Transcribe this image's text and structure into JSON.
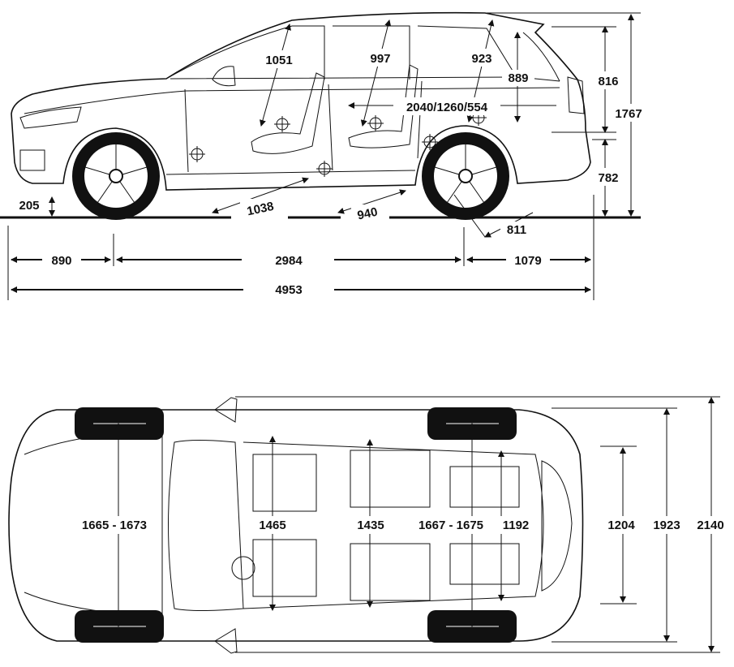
{
  "side_view": {
    "d1051": "1051",
    "d997": "997",
    "d923": "923",
    "d889": "889",
    "d816": "816",
    "d1767": "1767",
    "d2040": "2040/1260/554",
    "d782": "782",
    "d205": "205",
    "d1038": "1038",
    "d940": "940",
    "d811": "811",
    "d890": "890",
    "d2984": "2984",
    "d1079": "1079",
    "d4953": "4953"
  },
  "top_view": {
    "d1665": "1665 - 1673",
    "d1465": "1465",
    "d1435": "1435",
    "d1667": "1667 - 1675",
    "d1192": "1192",
    "d1204": "1204",
    "d1923": "1923",
    "d2140": "2140"
  }
}
